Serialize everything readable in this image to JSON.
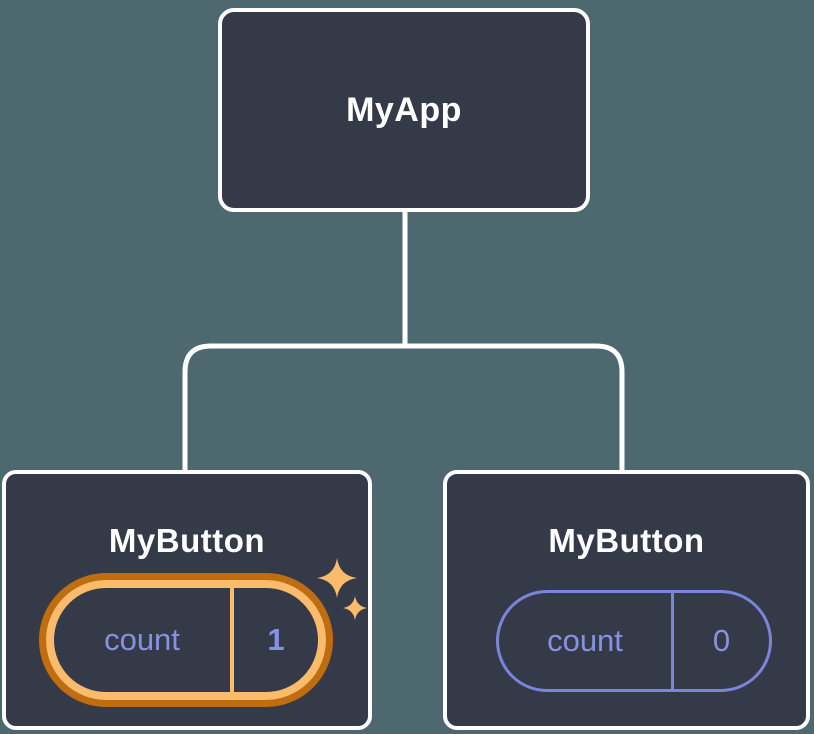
{
  "diagram": {
    "root": {
      "label": "MyApp"
    },
    "children": [
      {
        "label": "MyButton",
        "state": {
          "name": "count",
          "value": "1"
        },
        "highlighted": true
      },
      {
        "label": "MyButton",
        "state": {
          "name": "count",
          "value": "0"
        },
        "highlighted": false
      }
    ]
  },
  "colors": {
    "background": "#4e6870",
    "node_fill": "#353a48",
    "node_border": "#ffffff",
    "connector": "#ffffff",
    "node_title_text": "#ffffff",
    "state_text": "#8791e2",
    "state_pill_border": "#7b85dc",
    "highlight_ring_outer": "#c06d10",
    "highlight_ring_inner": "#fabc6a",
    "sparkle": "#fabc6a"
  },
  "icons": [
    {
      "name": "sparkles-icon",
      "glyph": "two four-point stars"
    }
  ]
}
